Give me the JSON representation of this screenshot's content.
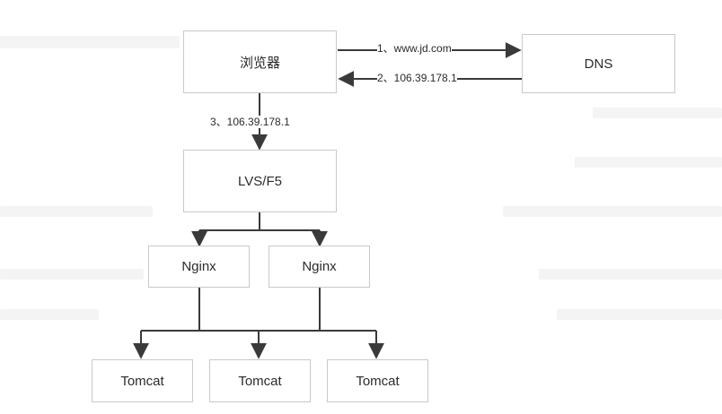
{
  "nodes": {
    "browser": "浏览器",
    "dns": "DNS",
    "lb": "LVS/F5",
    "nginx": [
      "Nginx",
      "Nginx"
    ],
    "tomcat": [
      "Tomcat",
      "Tomcat",
      "Tomcat"
    ]
  },
  "edges": {
    "query": "1、www.jd.com",
    "reply": "2、106.39.178.1",
    "forward": "3、106.39.178.1"
  },
  "colors": {
    "box_border": "#c9c9c9",
    "line": "#3a3a3a",
    "text": "#2b2b2b"
  }
}
